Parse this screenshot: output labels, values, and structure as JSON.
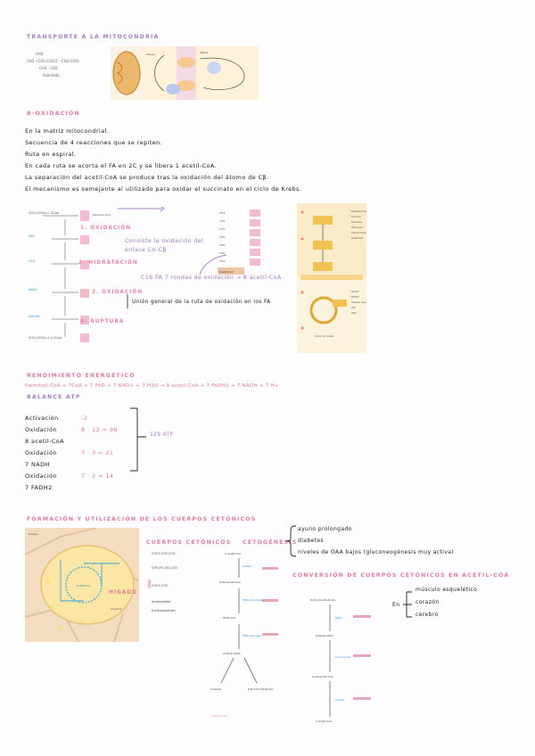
{
  "section1": {
    "title": "transporte a la mitocondria",
    "formula": [
      "CH3",
      "CH3 -(CH2-CH2)7 - CH2-COO-",
      "CH3 - CH2",
      "Palmitato"
    ]
  },
  "beta": {
    "title": "β-oxidación",
    "lines": [
      "En la matriz mitocondrial.",
      "Secuencia de 4 reacciones que se repiten.",
      "Ruta en espiral.",
      "En cada ruta se acorta el FA en 2C y se libera 1 acetil-CoA.",
      "La separación del acetil-CoA se produce tras la oxidación del átomo de Cβ.",
      "El mecanismo es semejante al utilizado para oxidar el succinato en el ciclo de Krebs."
    ],
    "steps": [
      "1. oxidación",
      "2. hidratación",
      "3. oxidación",
      "4. ruptura"
    ],
    "note1": "Consiste la oxidación del enlace Cα-Cβ",
    "note2": "C16 FA  7 rondas de oxidación → 8 acetil-CoA",
    "note3": "Unión general de la ruta de oxidación en los FA"
  },
  "rendimiento": {
    "title": "rendimiento energético",
    "equation": "Palmitoil-CoA + 7CoA + 7 FAD + 7 NAD+ + 7 H2O → 8 acetil-CoA + 7 FADH2 + 7 NADH + 7 H+",
    "balance_title": "balance ATP",
    "rows": [
      {
        "label": "Activación",
        "value": "-2"
      },
      {
        "label": "Oxidación",
        "value": "8 · 12 = 96"
      },
      {
        "label": "8 acetil-CoA",
        "value": ""
      },
      {
        "label": "Oxidación",
        "value": "7 · 3 = 21"
      },
      {
        "label": "7 NADH",
        "value": ""
      },
      {
        "label": "Oxidación",
        "value": "7 · 2 = 14"
      },
      {
        "label": "7 FADH2",
        "value": ""
      }
    ],
    "total": "129 ATP"
  },
  "cetonicos": {
    "title": "formación y utilización de los cuerpos cetónicos",
    "cuerpos_label": "cuerpos cetónicos",
    "cetogenesis_label": "cetogénesis",
    "conditions": [
      "ayuno prolongado",
      "diabetes",
      "niveles de OAA bajos (gluconeogénesis muy activa)"
    ],
    "conversion_title": "conversión de cuerpos cetónicos en acetil-CoA",
    "tissue_prefix": "En",
    "tissues": [
      "músculo esquelético",
      "corazón",
      "cerebro"
    ],
    "higado_label": "HÍGADO"
  },
  "colors": {
    "purple": "#a87fc6",
    "pink": "#e07d95",
    "bar": "#f3bccb"
  }
}
